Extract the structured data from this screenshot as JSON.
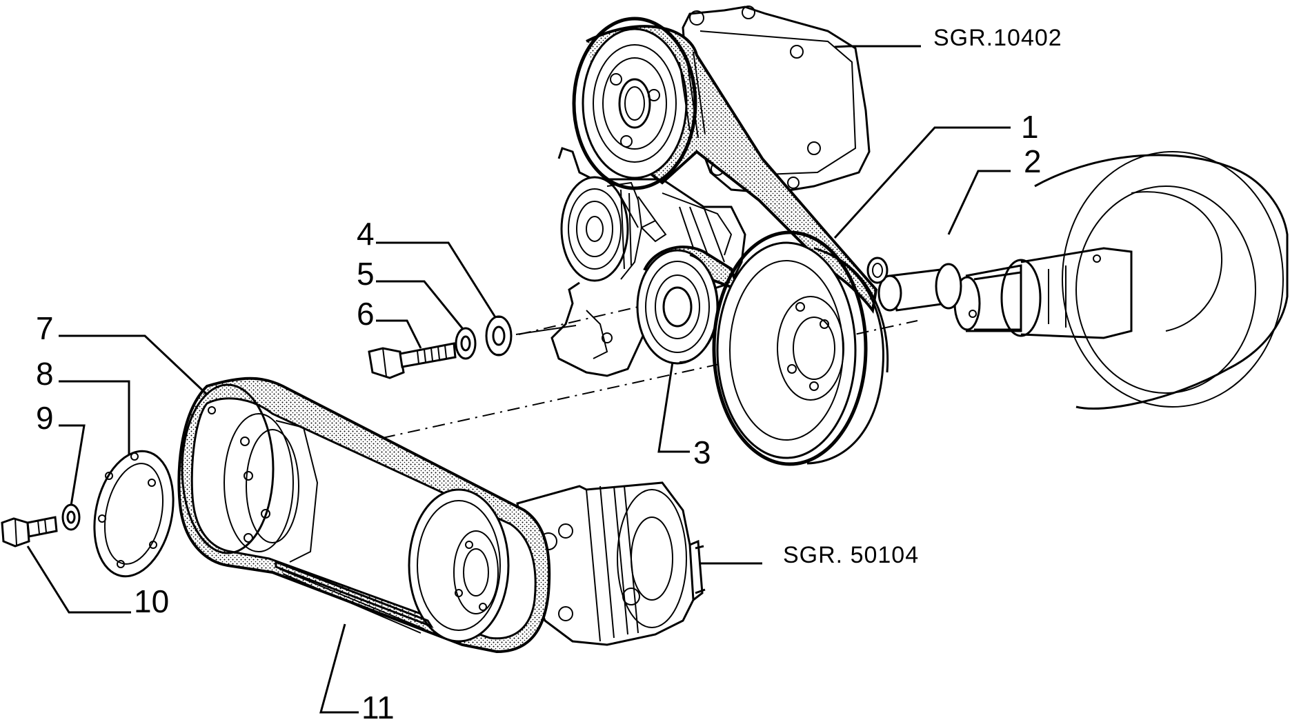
{
  "callouts": [
    {
      "id": "1",
      "text": "1"
    },
    {
      "id": "2",
      "text": "2"
    },
    {
      "id": "3",
      "text": "3"
    },
    {
      "id": "4",
      "text": "4"
    },
    {
      "id": "5",
      "text": "5"
    },
    {
      "id": "6",
      "text": "6"
    },
    {
      "id": "7",
      "text": "7"
    },
    {
      "id": "8",
      "text": "8"
    },
    {
      "id": "9",
      "text": "9"
    },
    {
      "id": "10",
      "text": "10"
    },
    {
      "id": "11",
      "text": "11"
    }
  ],
  "references": {
    "upper": "SGR.10402",
    "lower": "SGR. 50104"
  },
  "colors": {
    "ink": "#000000",
    "paper": "#ffffff"
  }
}
